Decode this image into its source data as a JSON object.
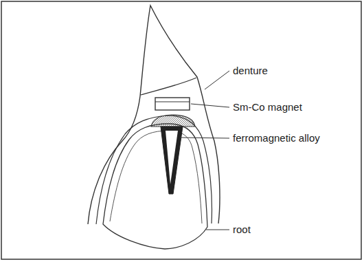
{
  "diagram": {
    "labels": [
      "denture",
      "Sm-Co magnet",
      "ferromagnetic alloy",
      "root"
    ]
  }
}
